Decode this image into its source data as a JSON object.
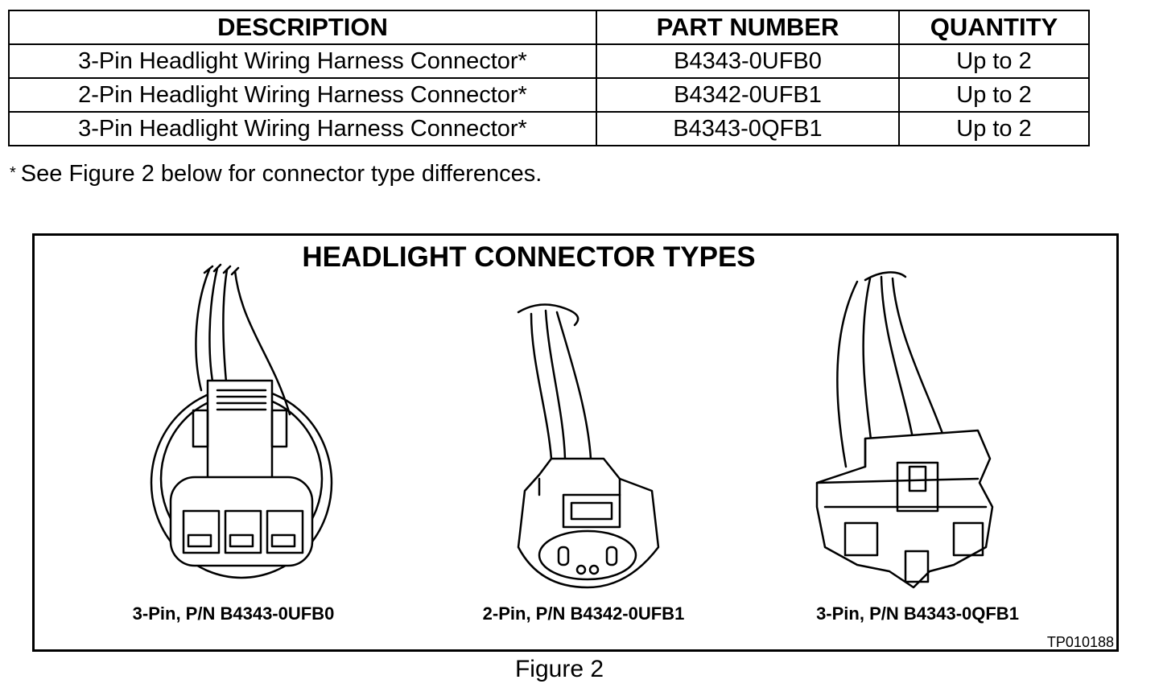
{
  "table": {
    "headers": [
      "DESCRIPTION",
      "PART NUMBER",
      "QUANTITY"
    ],
    "rows": [
      [
        "3-Pin Headlight Wiring Harness Connector*",
        "B4343-0UFB0",
        "Up to 2"
      ],
      [
        "2-Pin Headlight Wiring Harness Connector*",
        "B4342-0UFB1",
        "Up to 2"
      ],
      [
        "3-Pin Headlight Wiring Harness Connector*",
        "B4343-0QFB1",
        "Up to 2"
      ]
    ]
  },
  "footnote": {
    "marker": "*",
    "text": "See Figure 2 below for connector type differences."
  },
  "figure": {
    "title": "HEADLIGHT CONNECTOR TYPES",
    "connectors": [
      {
        "label": "3-Pin, P/N B4343-0UFB0",
        "icon": "3-pin-round-connector"
      },
      {
        "label": "2-Pin, P/N B4342-0UFB1",
        "icon": "2-pin-oval-connector"
      },
      {
        "label": "3-Pin, P/N B4343-0QFB1",
        "icon": "3-pin-square-connector"
      }
    ],
    "code": "TP010188",
    "caption": "Figure 2"
  }
}
